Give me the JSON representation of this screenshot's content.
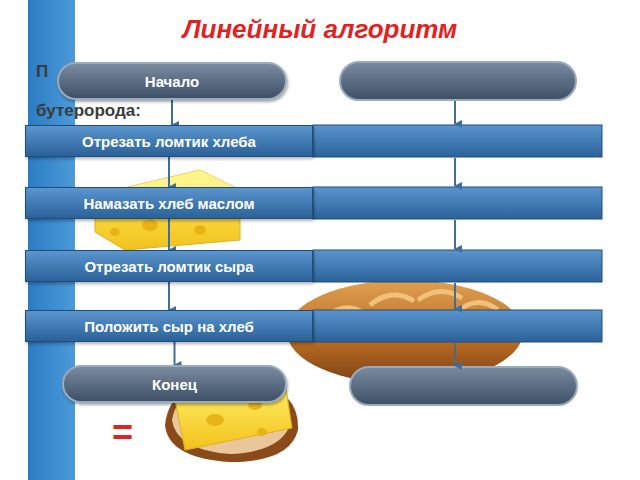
{
  "diagram": {
    "title": "Линейный алгоритм",
    "nodes": [
      {
        "text": [
          "Начало"
        ]
      },
      {
        "text": [
          "Отрезать ломтик хлеба"
        ]
      },
      {
        "text": [
          "Намазать хлеб маслом"
        ]
      },
      {
        "text": [
          "Отрезать ломтик сыра"
        ]
      },
      {
        "text": [
          "Положить сыр на хлеб"
        ]
      },
      {
        "text": [
          "Конец"
        ]
      }
    ],
    "edges": [
      {
        "from": 0,
        "to": 1,
        "arrow": "to"
      },
      {
        "from": 1,
        "to": 2,
        "arrow": "to"
      },
      {
        "from": 2,
        "to": 3,
        "arrow": "to"
      },
      {
        "from": 3,
        "to": 4,
        "arrow": "to"
      },
      {
        "from": 4,
        "to": 5,
        "arrow": "to"
      }
    ],
    "labels": [
      "П",
      "бутеророда:",
      "="
    ]
  }
}
